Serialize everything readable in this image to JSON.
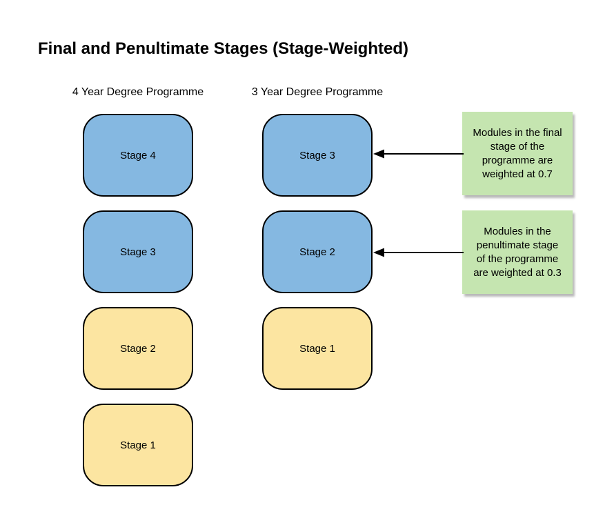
{
  "title": "Final and Penultimate Stages (Stage-Weighted)",
  "colors": {
    "final_stage_fill": "#85b8e1",
    "other_stage_fill": "#fce5a1",
    "note_fill": "#c5e5b0",
    "shape_border": "#000000",
    "arrow_color": "#000000",
    "background": "#ffffff"
  },
  "columns": [
    {
      "header": "4 Year Degree Programme",
      "stages": [
        {
          "label": "Stage 4",
          "weighted": true
        },
        {
          "label": "Stage 3",
          "weighted": true
        },
        {
          "label": "Stage 2",
          "weighted": false
        },
        {
          "label": "Stage 1",
          "weighted": false
        }
      ]
    },
    {
      "header": "3 Year Degree Programme",
      "stages": [
        {
          "label": "Stage 3",
          "weighted": true
        },
        {
          "label": "Stage 2",
          "weighted": true
        },
        {
          "label": "Stage 1",
          "weighted": false
        }
      ]
    }
  ],
  "notes": [
    {
      "text": "Modules in the final\nstage of the\nprogramme are\nweighted at 0.7",
      "weight": "0.7",
      "points_to": "3 Year Degree Programme Stage 3"
    },
    {
      "text": "Modules in the\npenultimate stage\nof the programme\nare weighted at 0.3",
      "weight": "0.3",
      "points_to": "3 Year Degree Programme Stage 2"
    }
  ]
}
